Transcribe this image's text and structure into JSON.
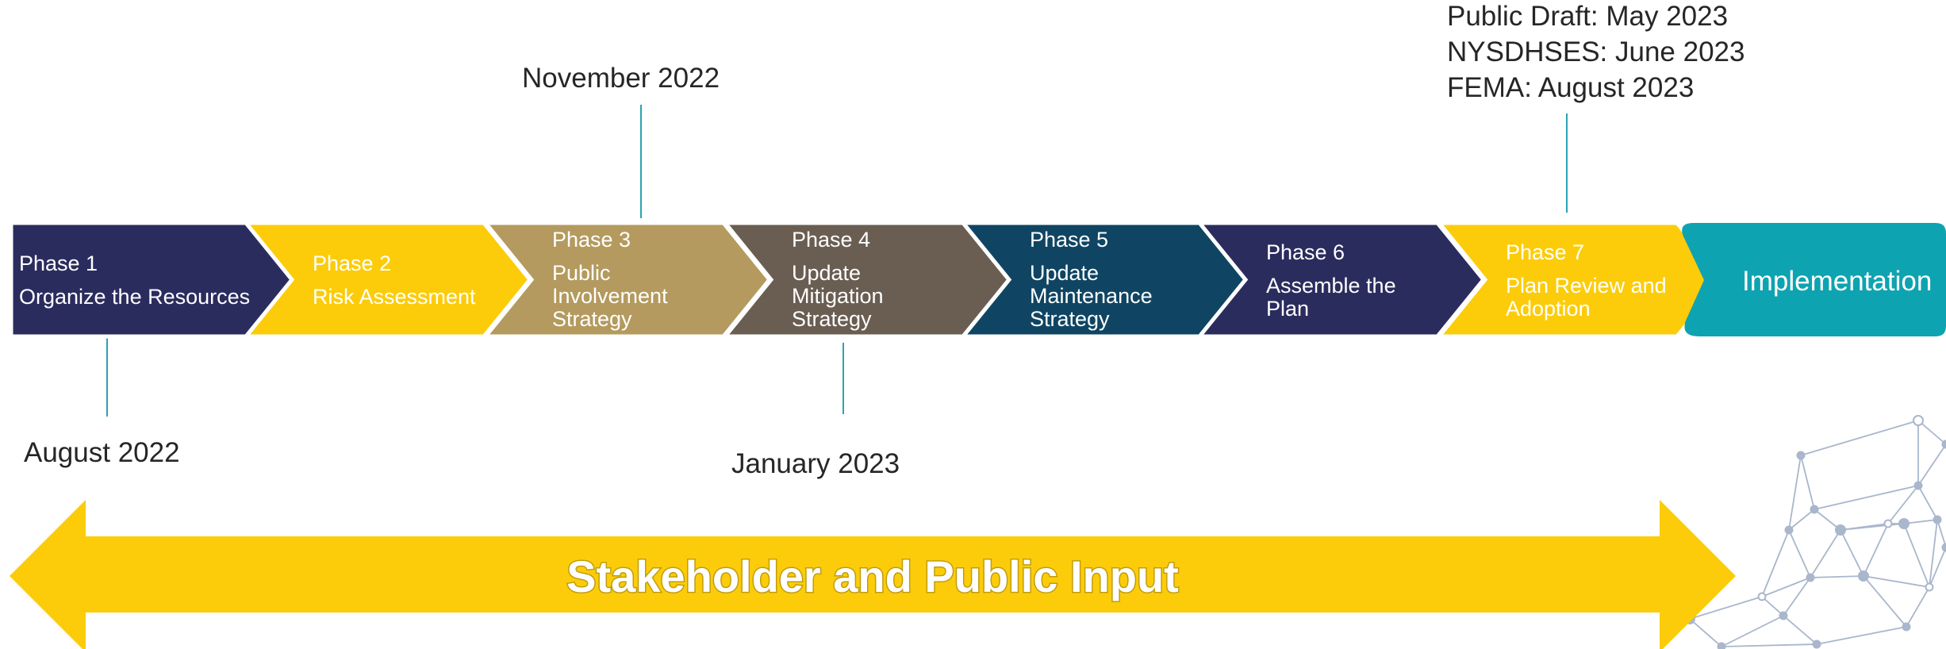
{
  "colors": {
    "navy": "#2b2c5e",
    "yellow": "#fccc0a",
    "tan": "#b49a5e",
    "taupe": "#6a5d52",
    "dark_teal": "#0f4563",
    "teal": "#0ea3b1",
    "connector": "#2aa3b3",
    "network": "#a9b6cc"
  },
  "phases": [
    {
      "title": "Phase 1",
      "desc": [
        "Organize the Resources"
      ],
      "color": "#2b2c5e",
      "text_color": "#ffffff"
    },
    {
      "title": "Phase 2",
      "desc": [
        "Risk Assessment"
      ],
      "color": "#fccc0a",
      "text_color": "#ffffff"
    },
    {
      "title": "Phase 3",
      "desc": [
        "Public",
        "Involvement",
        "Strategy"
      ],
      "color": "#b49a5e",
      "text_color": "#ffffff"
    },
    {
      "title": "Phase 4",
      "desc": [
        "Update",
        "Mitigation",
        "Strategy"
      ],
      "color": "#6a5d52",
      "text_color": "#ffffff"
    },
    {
      "title": "Phase 5",
      "desc": [
        "Update",
        "Maintenance",
        "Strategy"
      ],
      "color": "#0f4563",
      "text_color": "#ffffff"
    },
    {
      "title": "Phase 6",
      "desc": [
        "Assemble the",
        "Plan"
      ],
      "color": "#2b2c5e",
      "text_color": "#ffffff"
    },
    {
      "title": "Phase 7",
      "desc": [
        "Plan Review and",
        "Adoption"
      ],
      "color": "#fccc0a",
      "text_color": "#ffffff"
    }
  ],
  "implementation": {
    "label": "Implementation",
    "color": "#0ea3b1"
  },
  "dates": {
    "phase1": "August 2022",
    "phase3": "November 2022",
    "phase4": "January 2023",
    "phase7": [
      "Public Draft: May 2023",
      "NYSDHSES: June 2023",
      "FEMA: August 2023"
    ]
  },
  "banner": {
    "label": "Stakeholder and Public Input",
    "color": "#fccc0a"
  }
}
